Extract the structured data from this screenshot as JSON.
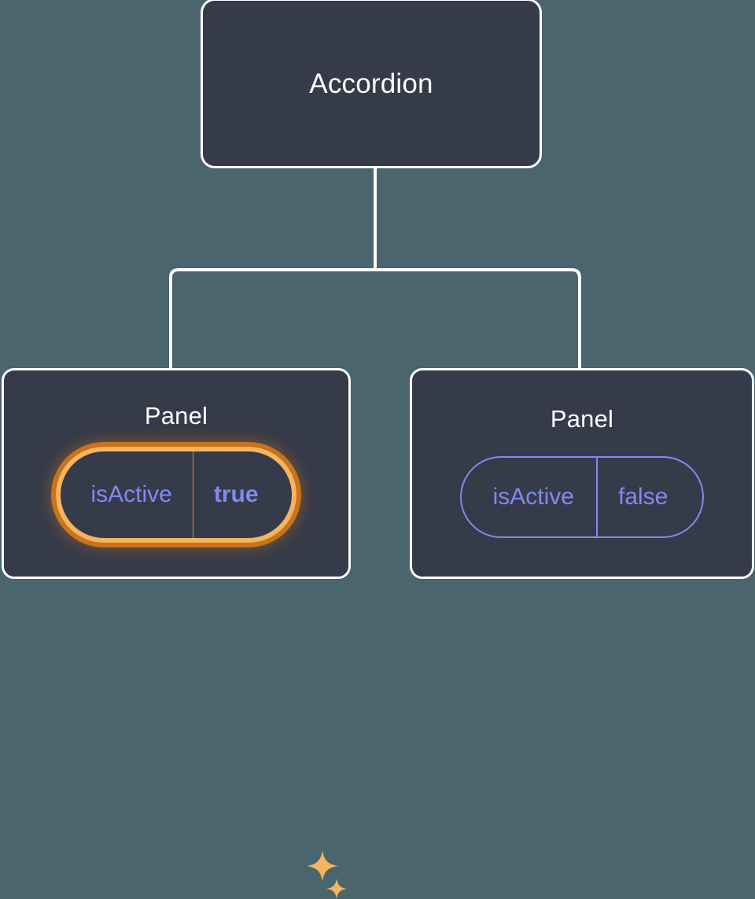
{
  "canvas": {
    "background_color": "#4a656d",
    "node_fill_color": "#363b4a",
    "node_border_color": "#ffffff",
    "prop_text_color": "#8289ee",
    "highlight_outer_color": "#c9741a",
    "highlight_inner_color": "#f6b45f",
    "sparkle_color": "#f6b45f"
  },
  "tree": {
    "root": {
      "label": "Accordion"
    },
    "children": [
      {
        "label": "Panel",
        "highlighted": true,
        "prop": {
          "key": "isActive",
          "value": "true"
        },
        "decorations": [
          "sparkle-large-icon",
          "sparkle-small-icon"
        ]
      },
      {
        "label": "Panel",
        "highlighted": false,
        "prop": {
          "key": "isActive",
          "value": "false"
        }
      }
    ]
  }
}
